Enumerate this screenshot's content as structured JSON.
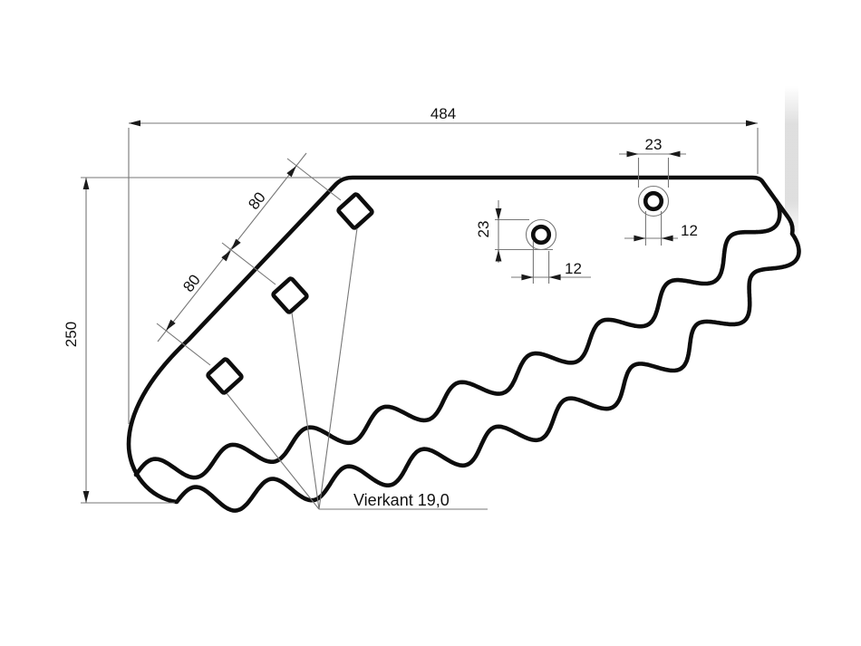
{
  "drawing": {
    "width_label": "484",
    "height_label": "250",
    "hole_spacing_upper": "80",
    "hole_spacing_lower": "80",
    "upper_hole_counterbore": "23",
    "upper_hole_diameter": "12",
    "lower_hole_counterbore": "23",
    "lower_hole_diameter": "12",
    "square_hole_note": "Vierkant 19,0"
  }
}
